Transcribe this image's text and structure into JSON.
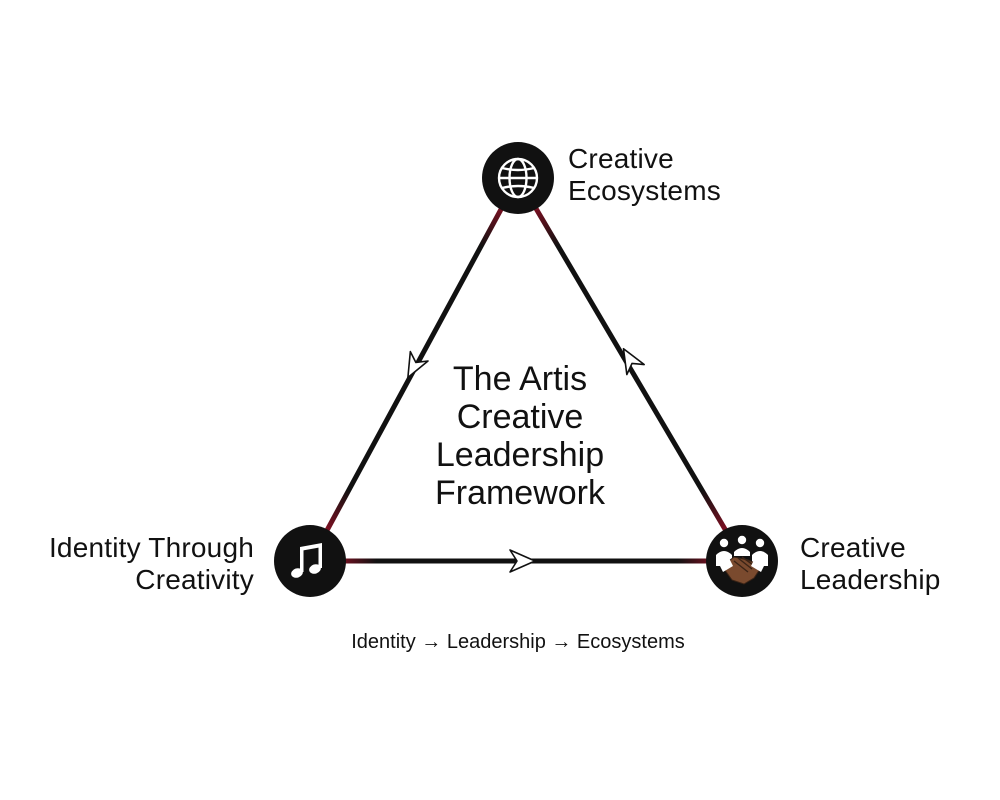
{
  "title": {
    "line1": "The Artis",
    "line2": "Creative",
    "line3": "Leadership",
    "line4": "Framework"
  },
  "nodes": {
    "top": {
      "line1": "Creative",
      "line2": "Ecosystems",
      "icon": "globe-icon"
    },
    "right": {
      "line1": "Creative",
      "line2": "Leadership",
      "icon": "handshake-icon"
    },
    "left": {
      "line1": "Identity Through",
      "line2": "Creativity",
      "icon": "music-note-icon"
    }
  },
  "sequence": "Identity → Leadership → Ecosystems",
  "colors": {
    "node_fill": "#111111",
    "edge": "#111111",
    "edge_accent": "#c8102e",
    "icon": "#ffffff",
    "text": "#111111"
  }
}
